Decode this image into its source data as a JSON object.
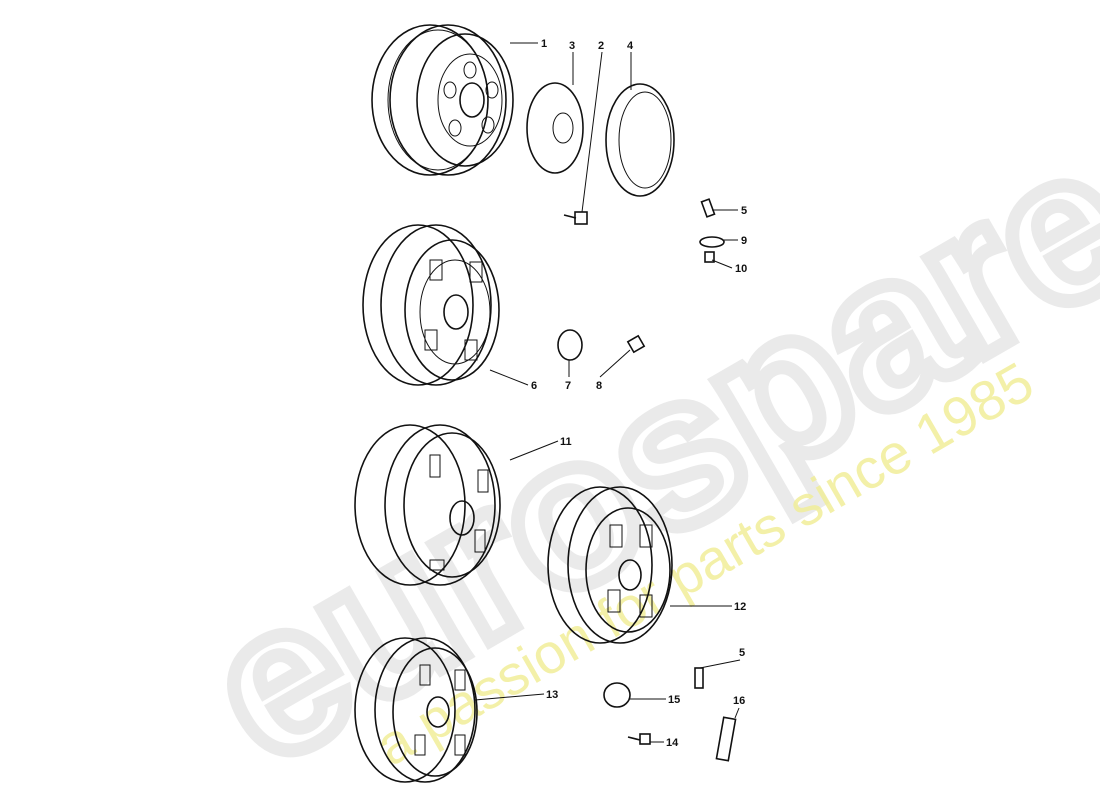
{
  "watermark": {
    "brand": "eurospares",
    "tagline": "a passion for parts since 1985",
    "brand_color": "#e6e6e6",
    "tagline_color": "#f3f0a0"
  },
  "callouts": [
    "1",
    "3",
    "2",
    "4",
    "5",
    "9",
    "10",
    "6",
    "7",
    "8",
    "11",
    "12",
    "5",
    "15",
    "16",
    "13",
    "14"
  ]
}
